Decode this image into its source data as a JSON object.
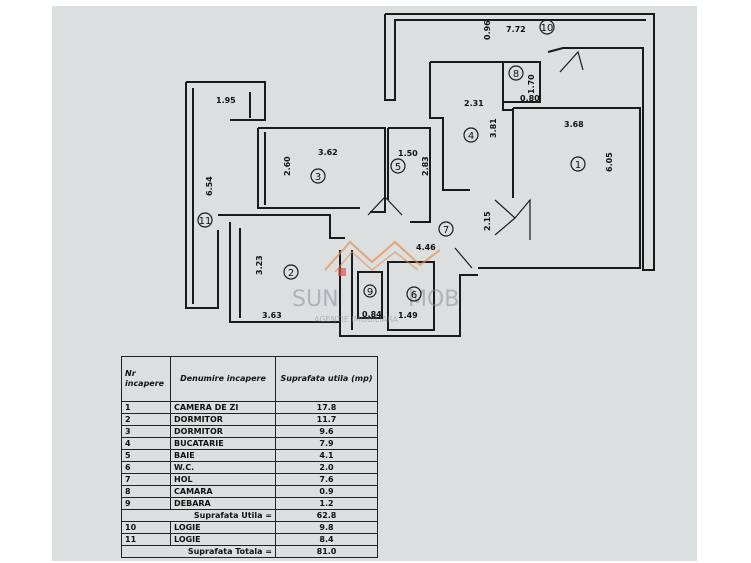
{
  "watermark": {
    "brand_left": "SUN",
    "brand_right": "MOB",
    "tagline": "AGENTIE IMOBILIARA"
  },
  "rooms": [
    {
      "id": "r1",
      "label": "1"
    },
    {
      "id": "r2",
      "label": "2"
    },
    {
      "id": "r3",
      "label": "3"
    },
    {
      "id": "r4",
      "label": "4"
    },
    {
      "id": "r5",
      "label": "5"
    },
    {
      "id": "r6",
      "label": "6"
    },
    {
      "id": "r7",
      "label": "7"
    },
    {
      "id": "r8",
      "label": "8"
    },
    {
      "id": "r9",
      "label": "9"
    },
    {
      "id": "r10",
      "label": "10"
    },
    {
      "id": "r11",
      "label": "11"
    }
  ],
  "dimensions": {
    "d096": "0.96",
    "d772": "7.72",
    "d170": "1.70",
    "d080": "0.80",
    "d195": "1.95",
    "d231": "2.31",
    "d381": "3.81",
    "d368": "3.68",
    "d362": "3.62",
    "d150": "1.50",
    "d260": "2.60",
    "d283": "2.83",
    "d605": "6.05",
    "d654": "6.54",
    "d215": "2.15",
    "d446": "4.46",
    "d323": "3.23",
    "d363": "3.63",
    "d084": "0.84",
    "d149": "1.49"
  },
  "table": {
    "headers": [
      "Nr incapere",
      "Denumire incapere",
      "Suprafata utila (mp)"
    ],
    "rows": [
      {
        "nr": "1",
        "name": "CAMERA DE ZI",
        "area": "17.8"
      },
      {
        "nr": "2",
        "name": "DORMITOR",
        "area": "11.7"
      },
      {
        "nr": "3",
        "name": "DORMITOR",
        "area": "9.6"
      },
      {
        "nr": "4",
        "name": "BUCATARIE",
        "area": "7.9"
      },
      {
        "nr": "5",
        "name": "BAIE",
        "area": "4.1"
      },
      {
        "nr": "6",
        "name": "W.C.",
        "area": "2.0"
      },
      {
        "nr": "7",
        "name": "HOL",
        "area": "7.6"
      },
      {
        "nr": "8",
        "name": "CAMARA",
        "area": "0.9"
      },
      {
        "nr": "9",
        "name": "DEBARA",
        "area": "1.2"
      }
    ],
    "util": {
      "label": "Suprafata Utila =",
      "area": "62.8"
    },
    "loggias": [
      {
        "nr": "10",
        "name": "LOGIE",
        "area": "9.8"
      },
      {
        "nr": "11",
        "name": "LOGIE",
        "area": "8.4"
      }
    ],
    "total": {
      "label": "Suprafata Totala =",
      "area": "81.0"
    }
  }
}
